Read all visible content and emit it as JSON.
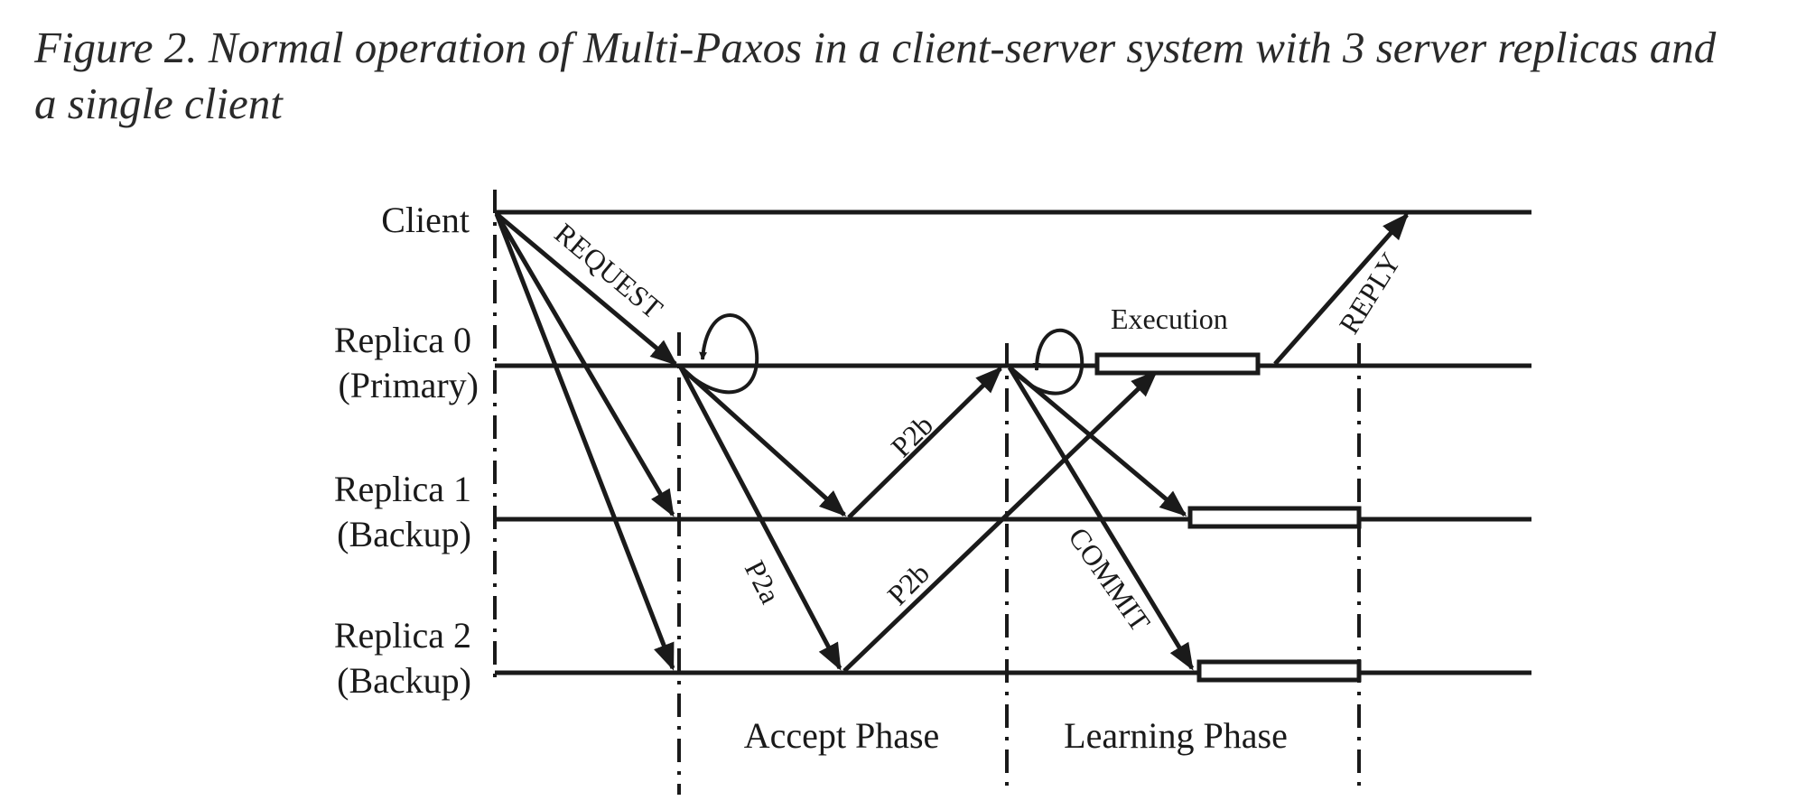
{
  "caption": {
    "line1": "Figure 2. Normal operation of Multi-Paxos in a client-server system with 3 server replicas and",
    "line2": "a single client"
  },
  "lanes": {
    "client": "Client",
    "replica0": "Replica 0",
    "replica0_role": "(Primary)",
    "replica1": "Replica 1",
    "replica1_role": "(Backup)",
    "replica2": "Replica 2",
    "replica2_role": "(Backup)"
  },
  "messages": {
    "request": "REQUEST",
    "p2a": "P2a",
    "p2b_1": "P2b",
    "p2b_2": "P2b",
    "commit": "COMMIT",
    "reply": "REPLY"
  },
  "blocks": {
    "execution": "Execution"
  },
  "phases": {
    "accept": "Accept Phase",
    "learning": "Learning Phase"
  },
  "colors": {
    "ink": "#1a1a1a",
    "background": "#ffffff"
  }
}
